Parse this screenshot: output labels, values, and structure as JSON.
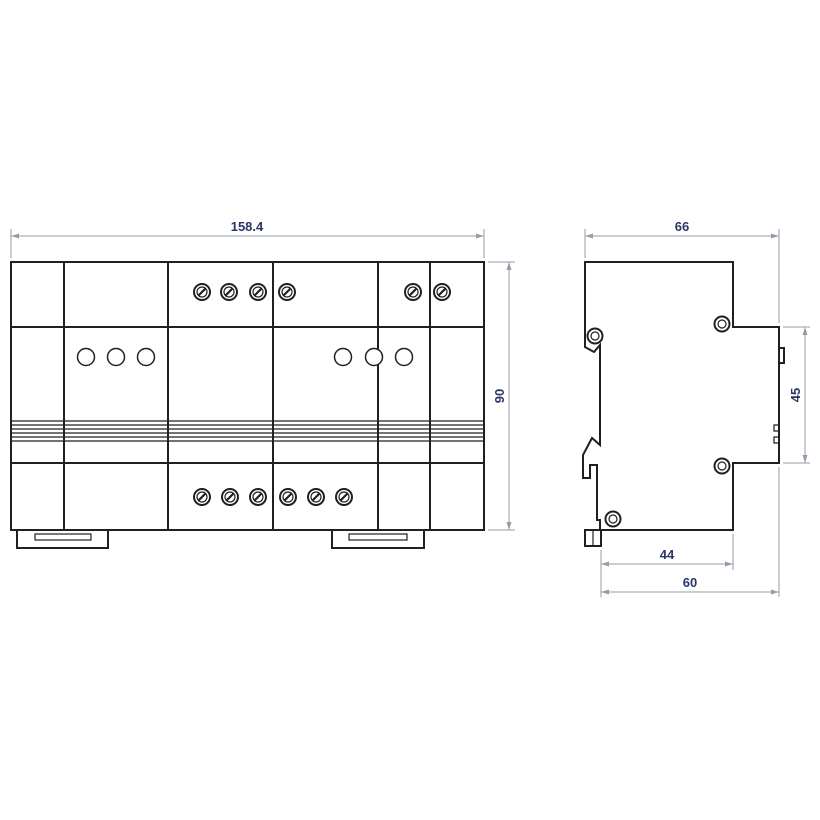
{
  "dimensions": {
    "front_width": "158.4",
    "front_height": "90",
    "side_depth_total": "66",
    "side_inner_height": "45",
    "side_depth_44": "44",
    "side_depth_60": "60"
  },
  "colors": {
    "outline": "#231f20",
    "dimension_line": "#9a9aa8",
    "dimension_text": "#2b3468"
  }
}
